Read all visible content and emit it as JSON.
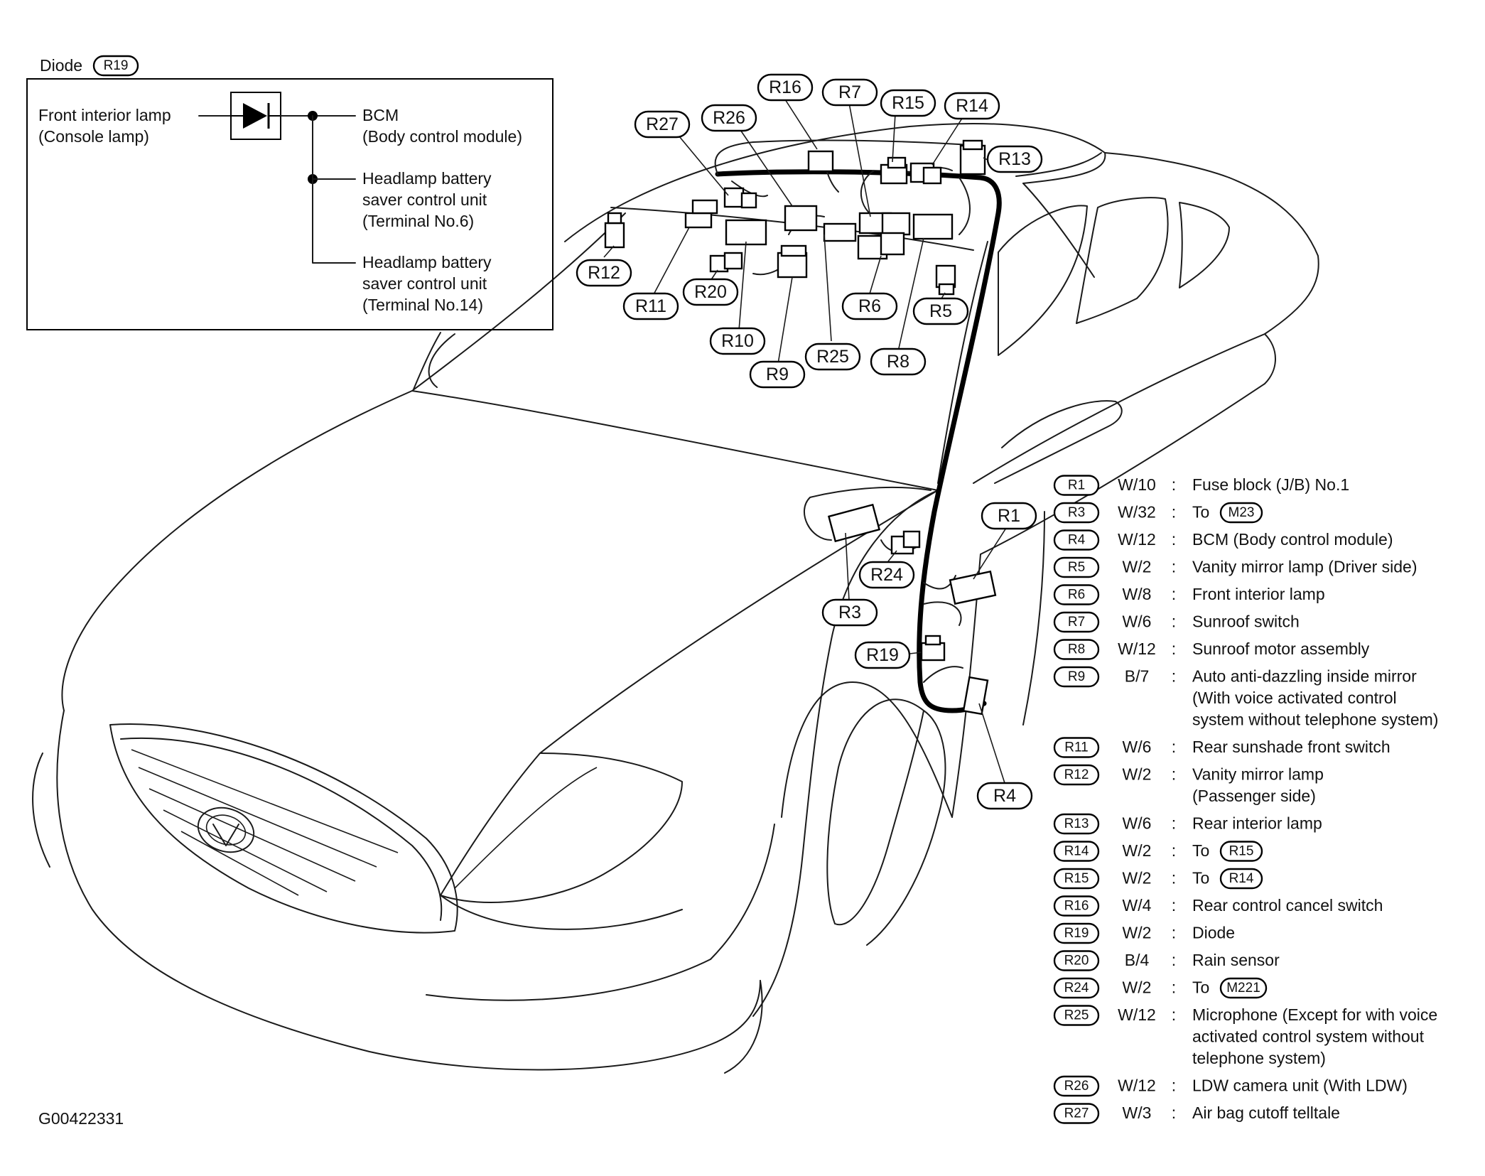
{
  "diode_box": {
    "title": "Diode",
    "title_ref": "R19",
    "left_label": [
      "Front interior lamp",
      "(Console lamp)"
    ],
    "outputs": [
      [
        "BCM",
        "(Body control module)"
      ],
      [
        "Headlamp battery",
        "saver control unit",
        "(Terminal No.6)"
      ],
      [
        "Headlamp battery",
        "saver control unit",
        "(Terminal No.14)"
      ]
    ]
  },
  "callouts": [
    "R1",
    "R3",
    "R4",
    "R5",
    "R6",
    "R7",
    "R8",
    "R9",
    "R10",
    "R11",
    "R12",
    "R13",
    "R14",
    "R15",
    "R16",
    "R19",
    "R20",
    "R24",
    "R25",
    "R26",
    "R27"
  ],
  "legend": [
    {
      "code": "R1",
      "wire": "W/10",
      "lines": [
        "Fuse block (J/B) No.1"
      ]
    },
    {
      "code": "R3",
      "wire": "W/32",
      "lines": [
        "To"
      ],
      "ref": "M23"
    },
    {
      "code": "R4",
      "wire": "W/12",
      "lines": [
        "BCM (Body control module)"
      ]
    },
    {
      "code": "R5",
      "wire": "W/2",
      "lines": [
        "Vanity mirror lamp (Driver side)"
      ]
    },
    {
      "code": "R6",
      "wire": "W/8",
      "lines": [
        "Front interior lamp"
      ]
    },
    {
      "code": "R7",
      "wire": "W/6",
      "lines": [
        "Sunroof switch"
      ]
    },
    {
      "code": "R8",
      "wire": "W/12",
      "lines": [
        "Sunroof motor assembly"
      ]
    },
    {
      "code": "R9",
      "wire": "B/7",
      "lines": [
        "Auto anti-dazzling inside mirror",
        "(With voice activated control",
        " system without telephone system)"
      ]
    },
    {
      "code": "R11",
      "wire": "W/6",
      "lines": [
        "Rear sunshade front switch"
      ]
    },
    {
      "code": "R12",
      "wire": "W/2",
      "lines": [
        "Vanity mirror lamp",
        " (Passenger side)"
      ]
    },
    {
      "code": "R13",
      "wire": "W/6",
      "lines": [
        "Rear interior lamp"
      ]
    },
    {
      "code": "R14",
      "wire": "W/2",
      "lines": [
        "To"
      ],
      "ref": "R15"
    },
    {
      "code": "R15",
      "wire": "W/2",
      "lines": [
        "To"
      ],
      "ref": "R14"
    },
    {
      "code": "R16",
      "wire": "W/4",
      "lines": [
        "Rear control cancel switch"
      ]
    },
    {
      "code": "R19",
      "wire": "W/2",
      "lines": [
        "Diode"
      ]
    },
    {
      "code": "R20",
      "wire": "B/4",
      "lines": [
        "Rain sensor"
      ]
    },
    {
      "code": "R24",
      "wire": "W/2",
      "lines": [
        "To"
      ],
      "ref": "M221"
    },
    {
      "code": "R25",
      "wire": "W/12",
      "lines": [
        "Microphone (Except for with voice",
        "activated control system without",
        "telephone system)"
      ]
    },
    {
      "code": "R26",
      "wire": "W/12",
      "lines": [
        "LDW camera unit (With LDW)"
      ]
    },
    {
      "code": "R27",
      "wire": "W/3",
      "lines": [
        "Air bag cutoff telltale"
      ]
    }
  ],
  "legend_separator": ":",
  "figure_id": "G00422331"
}
